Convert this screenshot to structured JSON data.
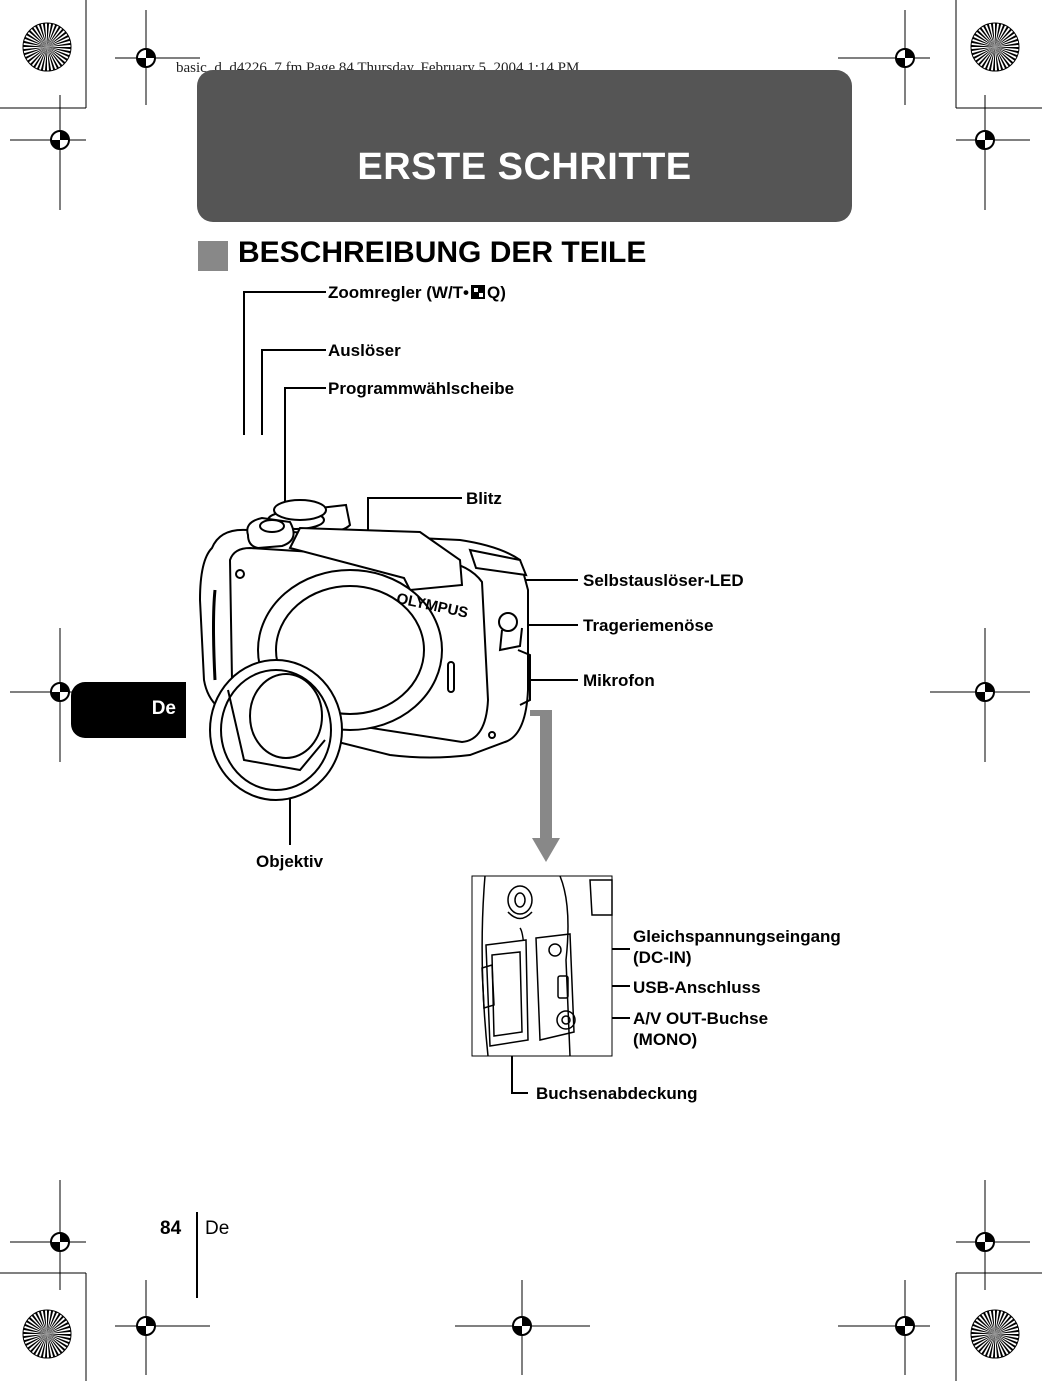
{
  "header_line": "basic_d_d4226_7.fm  Page 84  Thursday, February 5, 2004  1:14 PM",
  "chapter_title": "ERSTE SCHRITTE",
  "section_title": "BESCHREIBUNG DER TEILE",
  "side_tab": "De",
  "camera_brand": "OLYMPUS",
  "callouts": {
    "zoom_prefix": "Zoomregler (W/T•",
    "zoom_suffix": "Q)",
    "shutter": "Auslöser",
    "mode_dial": "Programmwählscheibe",
    "flash": "Blitz",
    "self_timer": "Selbstauslöser-LED",
    "strap_eyelet": "Trageriemenöse",
    "microphone": "Mikrofon",
    "lens": "Objektiv",
    "dc_in_1": "Gleichspannungseingang",
    "dc_in_2": "(DC-IN)",
    "usb": "USB-Anschluss",
    "av_out_1": "A/V OUT-Buchse",
    "av_out_2": "(MONO)",
    "connector_cover": "Buchsenabdeckung"
  },
  "footer": {
    "page_number": "84",
    "language": "De"
  },
  "colors": {
    "banner": "#555555",
    "section_square": "#888888",
    "arrow": "#888888",
    "tab": "#000000"
  },
  "icons": [
    "index-display-icon",
    "magnify-icon",
    "registration-mark-icon",
    "starburst-icon"
  ]
}
